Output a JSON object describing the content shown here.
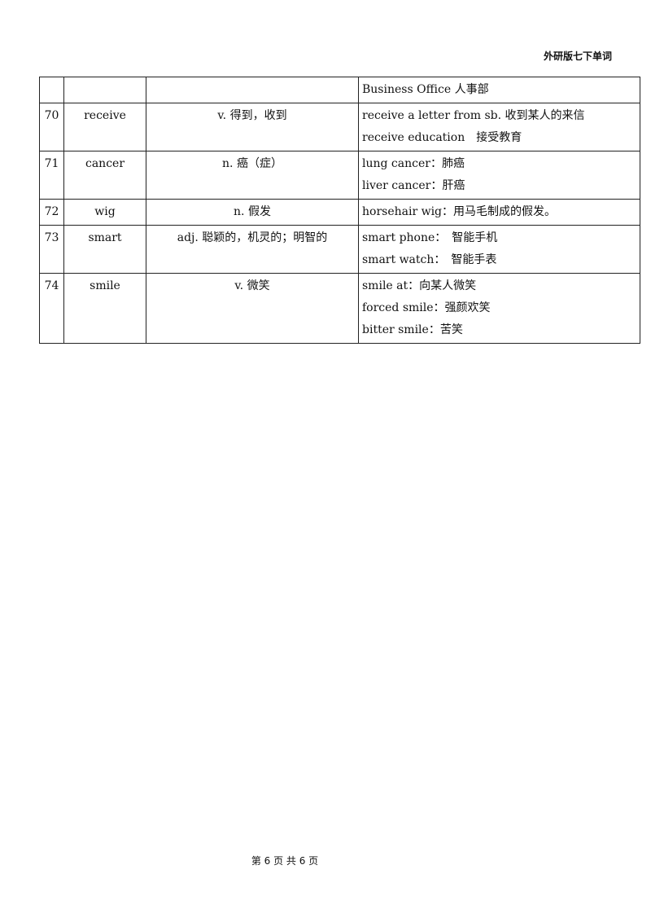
{
  "header": {
    "title": "外研版七下单词"
  },
  "table": {
    "continuation_row": {
      "num": "",
      "word": "",
      "meaning": "",
      "phrases": [
        "Business Office 人事部"
      ]
    },
    "rows": [
      {
        "num": "70",
        "word": "receive",
        "meaning": "v. 得到，收到",
        "phrases": [
          "receive a letter from sb. 收到某人的来信",
          "receive education　接受教育"
        ]
      },
      {
        "num": "71",
        "word": "cancer",
        "meaning": "n. 癌（症）",
        "phrases": [
          "lung cancer：肺癌",
          "liver cancer：肝癌"
        ]
      },
      {
        "num": "72",
        "word": "wig",
        "meaning": "n. 假发",
        "phrases": [
          "horsehair wig：用马毛制成的假发。"
        ]
      },
      {
        "num": "73",
        "word": "smart",
        "meaning": "adj. 聪颖的，机灵的；明智的",
        "phrases": [
          "smart phone：　智能手机",
          "smart watch：　智能手表"
        ]
      },
      {
        "num": "74",
        "word": "smile",
        "meaning": "v. 微笑",
        "phrases": [
          "smile at：向某人微笑",
          "forced smile：强颜欢笑",
          "bitter smile：苦笑"
        ]
      }
    ]
  },
  "footer": {
    "page_info": "第 6 页 共 6 页"
  }
}
